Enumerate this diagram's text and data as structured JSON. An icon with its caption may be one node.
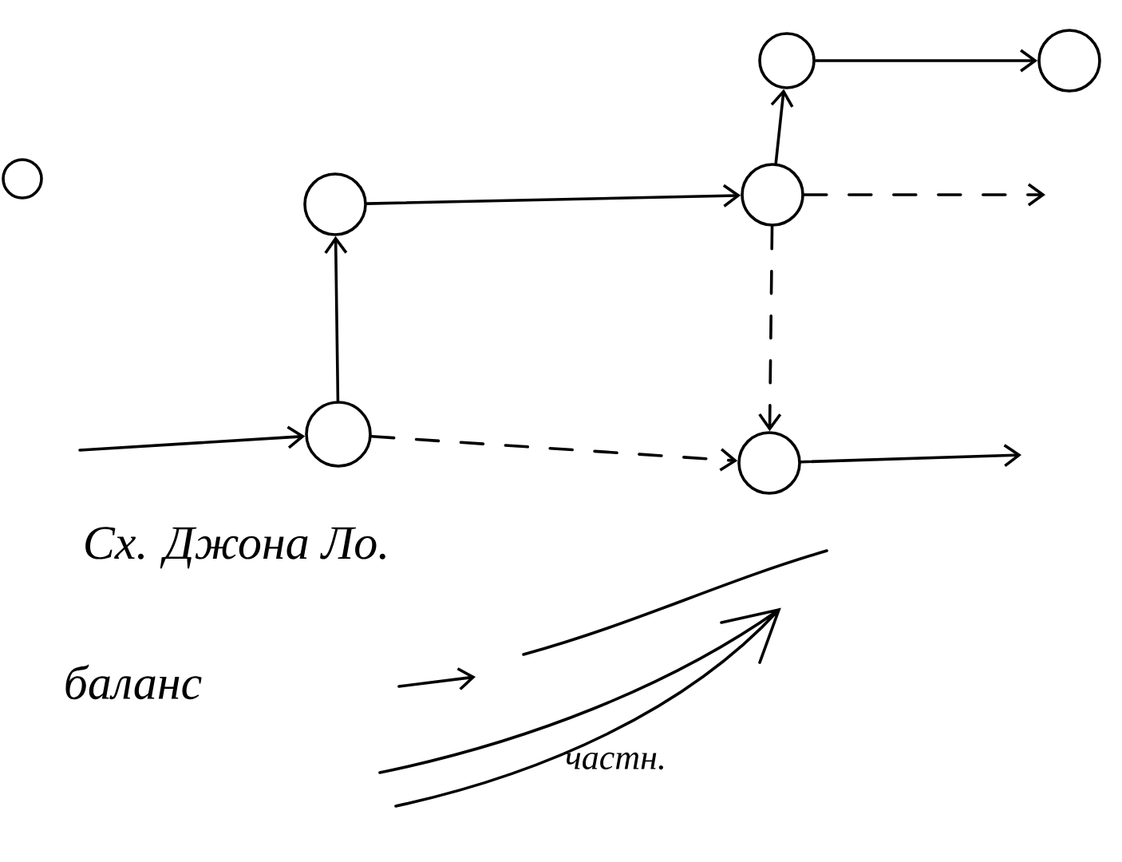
{
  "diagram": {
    "nodes": [
      {
        "text": [],
        "shape": "circle"
      },
      {
        "text": [],
        "shape": "circle"
      },
      {
        "text": [],
        "shape": "circle"
      },
      {
        "text": [],
        "shape": "circle"
      },
      {
        "text": [],
        "shape": "circle"
      },
      {
        "text": [],
        "shape": "circle"
      },
      {
        "text": [],
        "shape": "circle"
      }
    ],
    "edges": [
      {
        "from": null,
        "to": 1,
        "arrow": "to"
      },
      {
        "from": 1,
        "to": 2,
        "arrow": "to"
      },
      {
        "from": 2,
        "to": 3,
        "arrow": "to"
      },
      {
        "from": 3,
        "to": 4,
        "arrow": "to"
      },
      {
        "from": 4,
        "to": 5,
        "arrow": "to"
      },
      {
        "from": 3,
        "to": null,
        "arrow": "to",
        "style": "dashed"
      },
      {
        "from": 3,
        "to": 6,
        "arrow": "to",
        "style": "dashed"
      },
      {
        "from": 1,
        "to": 6,
        "arrow": "to",
        "style": "dashed"
      },
      {
        "from": 6,
        "to": null,
        "arrow": "to"
      }
    ],
    "labels": [
      "Сх. Джона Ло.",
      "баланс",
      "частн."
    ]
  }
}
